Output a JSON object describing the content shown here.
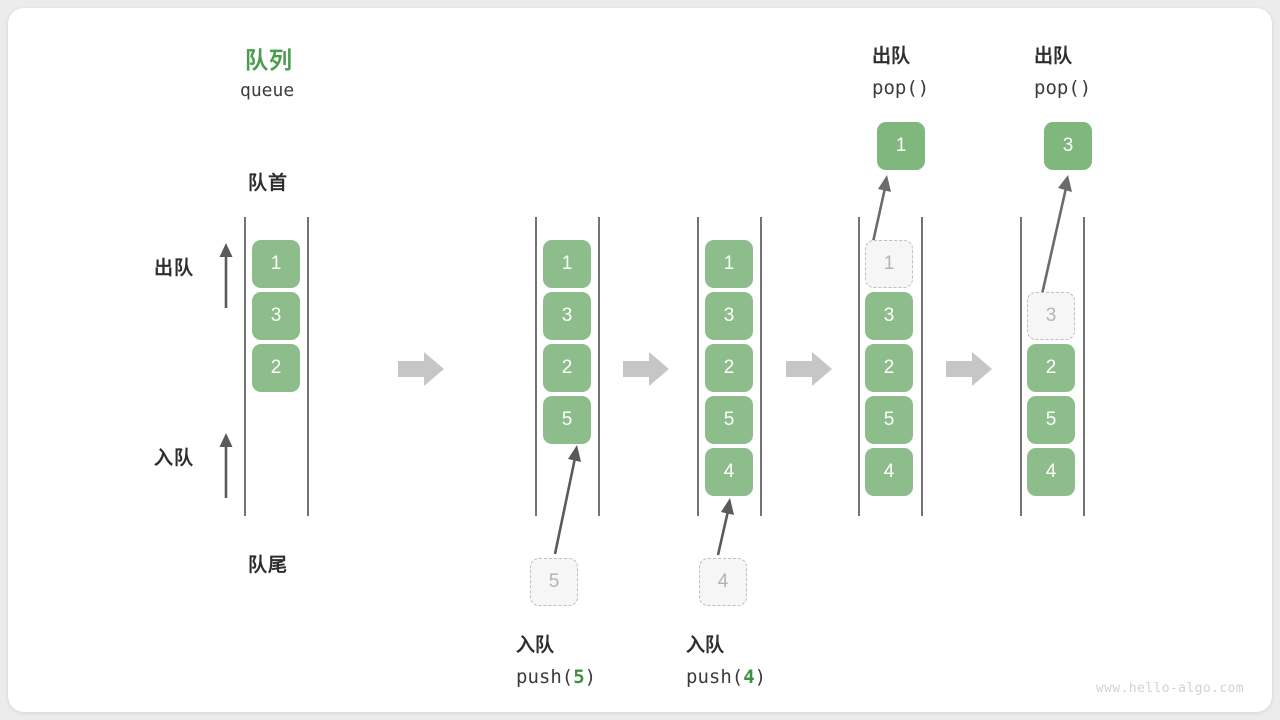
{
  "diagram": {
    "title_cn": "队列",
    "title_en": "queue",
    "front_label": "队首",
    "rear_label": "队尾",
    "dequeue_side_label": "出队",
    "enqueue_side_label": "入队",
    "accent_color": "#3f9142",
    "cell_color": "#8cbd8a",
    "ghost_color": "#f6f6f6",
    "arrow_color": "#c6c6c6",
    "watermark": "www.hello-algo.com"
  },
  "columns": [
    {
      "id": "initial",
      "op_cn": "",
      "op_code": "",
      "cells": [
        {
          "value": "1",
          "state": "solid"
        },
        {
          "value": "3",
          "state": "solid"
        },
        {
          "value": "2",
          "state": "solid"
        }
      ]
    },
    {
      "id": "after-push-5",
      "op_cn": "入队",
      "op_code_prefix": "push(",
      "op_code_arg": "5",
      "op_code_suffix": ")",
      "incoming_value": "5",
      "cells": [
        {
          "value": "1",
          "state": "solid"
        },
        {
          "value": "3",
          "state": "solid"
        },
        {
          "value": "2",
          "state": "solid"
        },
        {
          "value": "5",
          "state": "solid"
        }
      ]
    },
    {
      "id": "after-push-4",
      "op_cn": "入队",
      "op_code_prefix": "push(",
      "op_code_arg": "4",
      "op_code_suffix": ")",
      "incoming_value": "4",
      "cells": [
        {
          "value": "1",
          "state": "solid"
        },
        {
          "value": "3",
          "state": "solid"
        },
        {
          "value": "2",
          "state": "solid"
        },
        {
          "value": "5",
          "state": "solid"
        },
        {
          "value": "4",
          "state": "solid"
        }
      ]
    },
    {
      "id": "after-pop-1",
      "op_cn": "出队",
      "op_code": "pop()",
      "popped_value": "1",
      "cells": [
        {
          "value": "1",
          "state": "ghost"
        },
        {
          "value": "3",
          "state": "solid"
        },
        {
          "value": "2",
          "state": "solid"
        },
        {
          "value": "5",
          "state": "solid"
        },
        {
          "value": "4",
          "state": "solid"
        }
      ]
    },
    {
      "id": "after-pop-3",
      "op_cn": "出队",
      "op_code": "pop()",
      "popped_value": "3",
      "cells": [
        {
          "value": "",
          "state": "empty"
        },
        {
          "value": "3",
          "state": "ghost"
        },
        {
          "value": "2",
          "state": "solid"
        },
        {
          "value": "5",
          "state": "solid"
        },
        {
          "value": "4",
          "state": "solid"
        }
      ]
    }
  ]
}
